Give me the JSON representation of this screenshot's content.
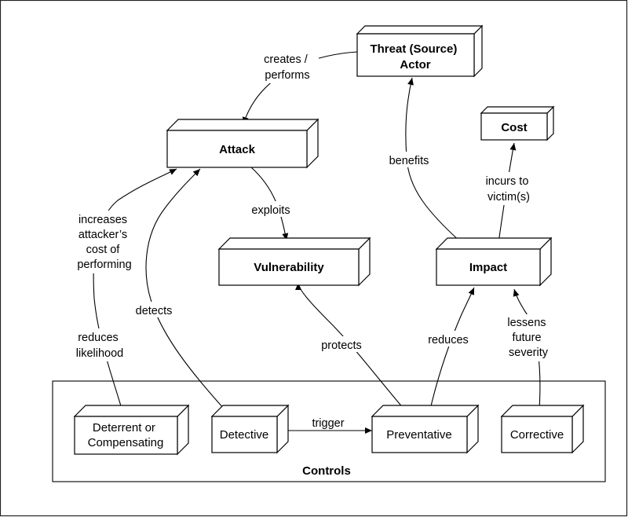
{
  "nodes": {
    "threat_actor": {
      "lines": [
        "Threat (Source)",
        "Actor"
      ]
    },
    "cost": {
      "lines": [
        "Cost"
      ]
    },
    "attack": {
      "lines": [
        "Attack"
      ]
    },
    "vulnerability": {
      "lines": [
        "Vulnerability"
      ]
    },
    "impact": {
      "lines": [
        "Impact"
      ]
    },
    "deterrent": {
      "lines": [
        "Deterrent or",
        "Compensating"
      ]
    },
    "detective": {
      "lines": [
        "Detective"
      ]
    },
    "preventative": {
      "lines": [
        "Preventative"
      ]
    },
    "corrective": {
      "lines": [
        "Corrective"
      ]
    }
  },
  "group": {
    "label": "Controls"
  },
  "edges": {
    "creates_performs": [
      "creates /",
      "performs"
    ],
    "exploits": [
      "exploits"
    ],
    "benefits": [
      "benefits"
    ],
    "incurs": [
      "incurs to",
      "victim(s)"
    ],
    "increases_cost": [
      "increases",
      "attacker’s",
      "cost of",
      "performing"
    ],
    "reduces_likelihood": [
      "reduces",
      "likelihood"
    ],
    "detects": [
      "detects"
    ],
    "protects": [
      "protects"
    ],
    "reduces": [
      "reduces"
    ],
    "lessens": [
      "lessens",
      "future",
      "severity"
    ],
    "trigger": [
      "trigger"
    ]
  }
}
